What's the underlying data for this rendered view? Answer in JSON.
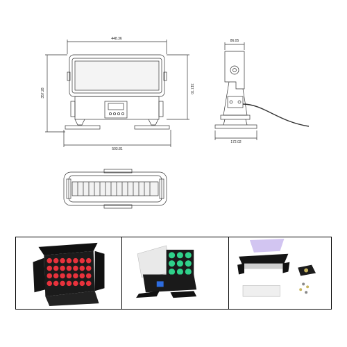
{
  "figure": {
    "front_view": {
      "width_label": "448.36",
      "height_label": "317.70",
      "total_height_label": "357.28",
      "base_width_label": "503.81"
    },
    "side_view": {
      "top_label": "86.05",
      "base_label": "172.02"
    }
  },
  "photos": [
    {
      "name": "red-led-unit",
      "led_color": "#e8323c",
      "body_color": "#1a1a1a"
    },
    {
      "name": "green-led-unit",
      "led_color": "#2fd18a",
      "body_color": "#1a1a1a"
    },
    {
      "name": "accessories",
      "accent_color": "#9b7fe0",
      "body_color": "#1a1a1a"
    }
  ]
}
